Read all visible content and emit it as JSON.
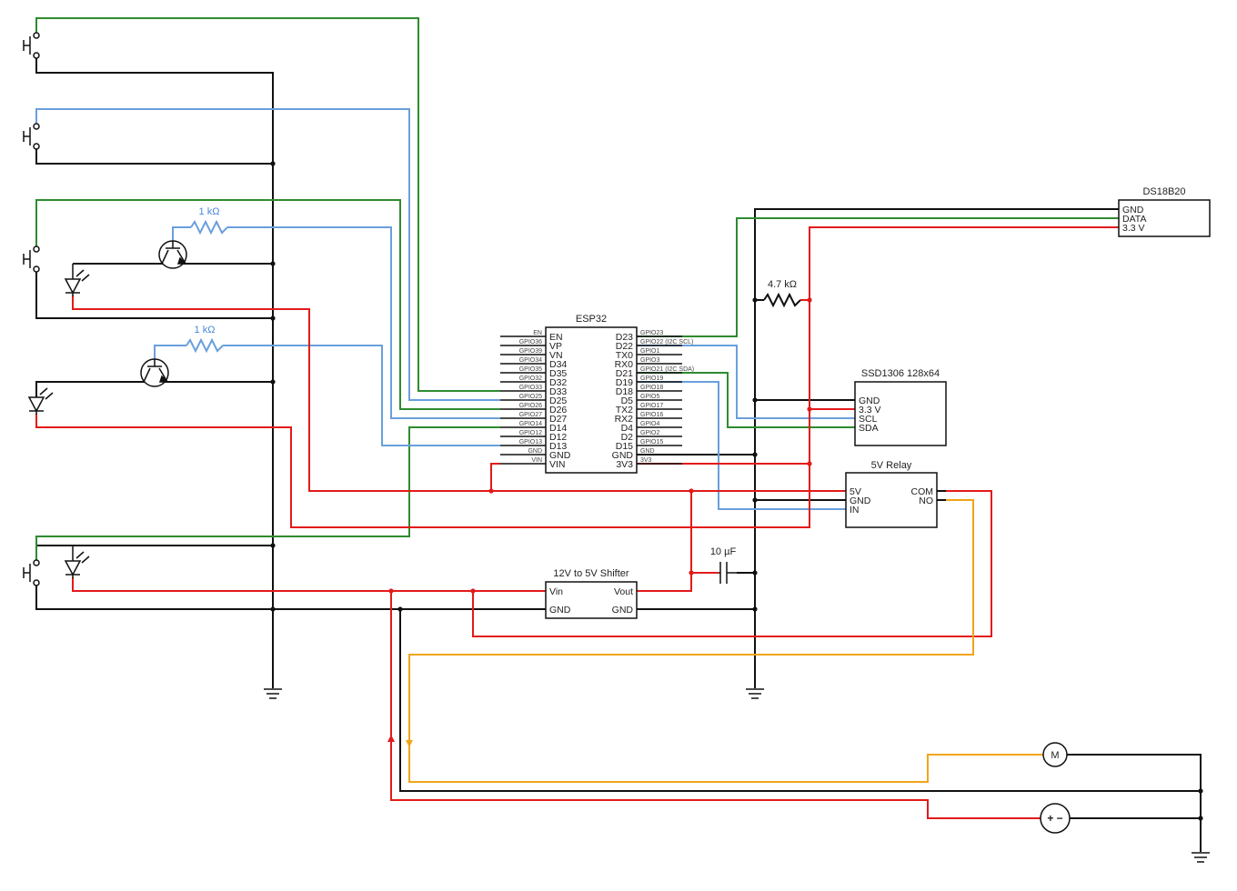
{
  "colors": {
    "wire_black": "#111111",
    "wire_green": "#2e8b2e",
    "wire_blue": "#6a9fdc",
    "wire_red": "#e31a1a",
    "wire_orange": "#f0a519",
    "label_blue": "#4a88d8"
  },
  "esp32": {
    "title": "ESP32",
    "left_pins": [
      {
        "name": "EN",
        "gpio": "EN"
      },
      {
        "name": "VP",
        "gpio": "GPIO36"
      },
      {
        "name": "VN",
        "gpio": "GPIO39"
      },
      {
        "name": "D34",
        "gpio": "GPIO34"
      },
      {
        "name": "D35",
        "gpio": "GPIO35"
      },
      {
        "name": "D32",
        "gpio": "GPIO32"
      },
      {
        "name": "D33",
        "gpio": "GPIO33"
      },
      {
        "name": "D25",
        "gpio": "GPIO25"
      },
      {
        "name": "D26",
        "gpio": "GPIO26"
      },
      {
        "name": "D27",
        "gpio": "GPIO27"
      },
      {
        "name": "D14",
        "gpio": "GPIO14"
      },
      {
        "name": "D12",
        "gpio": "GPIO12"
      },
      {
        "name": "D13",
        "gpio": "GPIO13"
      },
      {
        "name": "GND",
        "gpio": "GND"
      },
      {
        "name": "VIN",
        "gpio": "VIN"
      }
    ],
    "right_pins": [
      {
        "name": "D23",
        "gpio": "GPIO23"
      },
      {
        "name": "D22",
        "gpio": "GPIO22 (I2C SCL)"
      },
      {
        "name": "TX0",
        "gpio": "GPIO1"
      },
      {
        "name": "RX0",
        "gpio": "GPIO3"
      },
      {
        "name": "D21",
        "gpio": "GPIO21 (I2C SDA)"
      },
      {
        "name": "D19",
        "gpio": "GPIO19"
      },
      {
        "name": "D18",
        "gpio": "GPIO18"
      },
      {
        "name": "D5",
        "gpio": "GPIO5"
      },
      {
        "name": "TX2",
        "gpio": "GPIO17"
      },
      {
        "name": "RX2",
        "gpio": "GPIO16"
      },
      {
        "name": "D4",
        "gpio": "GPIO4"
      },
      {
        "name": "D2",
        "gpio": "GPIO2"
      },
      {
        "name": "D15",
        "gpio": "GPIO15"
      },
      {
        "name": "GND",
        "gpio": "GND"
      },
      {
        "name": "3V3",
        "gpio": "3V3"
      }
    ]
  },
  "ds18b20": {
    "title": "DS18B20",
    "pins": [
      "GND",
      "DATA",
      "3.3 V"
    ]
  },
  "ssd1306": {
    "title": "SSD1306 128x64",
    "pins": [
      "GND",
      "3.3 V",
      "SCL",
      "SDA"
    ]
  },
  "relay": {
    "title": "5V Relay",
    "left_pins": [
      "5V",
      "GND",
      "IN"
    ],
    "right_pins": [
      "COM",
      "NO"
    ]
  },
  "shifter": {
    "title": "12V to 5V Shifter",
    "left_pins": [
      "Vin",
      "GND"
    ],
    "right_pins": [
      "Vout",
      "GND"
    ]
  },
  "resistors": {
    "r_top": "1 kΩ",
    "r_mid": "1 kΩ",
    "r_pullup": "4.7 kΩ"
  },
  "capacitor": {
    "label": "10 µF"
  },
  "motor": {
    "label": "M"
  },
  "battery": {
    "label": "+ −"
  }
}
